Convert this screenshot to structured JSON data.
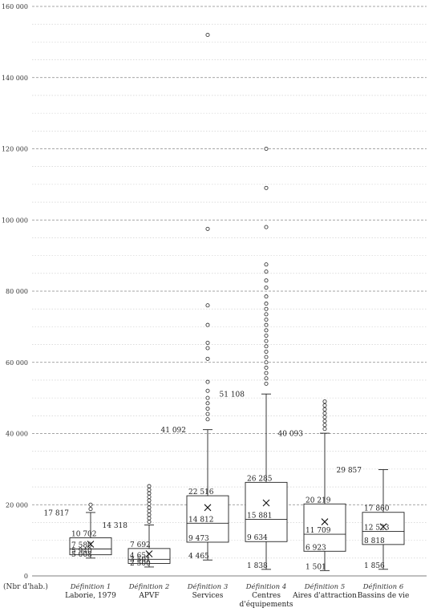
{
  "chart_data": {
    "type": "boxplot",
    "y_unit_label": "(Nbr d'hab.)",
    "ylim": [
      0,
      160000
    ],
    "y_ticks": [
      {
        "value": 0,
        "label": "0"
      },
      {
        "value": 20000,
        "label": "20 000"
      },
      {
        "value": 40000,
        "label": "40 000"
      },
      {
        "value": 60000,
        "label": "60 000"
      },
      {
        "value": 80000,
        "label": "80 000"
      },
      {
        "value": 100000,
        "label": "100 000"
      },
      {
        "value": 120000,
        "label": "120 000"
      },
      {
        "value": 140000,
        "label": "140 000"
      },
      {
        "value": 160000,
        "label": "160 000"
      }
    ],
    "minor_gridlines_every": 5000,
    "categories": [
      {
        "definition": "Définition 1",
        "name_lines": [
          "Laborie, 1979"
        ],
        "q1": 5940,
        "median": 7580,
        "q3": 10702,
        "whisker_low": 5008,
        "whisker_high": 17817,
        "mean": 8900,
        "labels": {
          "q1": "5 940",
          "median": "7 580",
          "q3": "10 702",
          "low": "5 008",
          "high": "17 817"
        },
        "outliers": [
          18800,
          20000
        ]
      },
      {
        "definition": "Définition 2",
        "name_lines": [
          "APVF"
        ],
        "q1": 3500,
        "median": 4651,
        "q3": 7692,
        "whisker_low": 2500,
        "whisker_high": 14318,
        "mean": 6200,
        "labels": {
          "q1": "3 501",
          "median": "4 651",
          "q3": "7 692",
          "low": "2 500",
          "high": "14 318"
        },
        "outliers": [
          15200,
          16200,
          17200,
          18200,
          19200,
          20200,
          21200,
          22200,
          23200,
          24200,
          25200
        ]
      },
      {
        "definition": "Définition 3",
        "name_lines": [
          "Services"
        ],
        "q1": 9473,
        "median": 14812,
        "q3": 22516,
        "whisker_low": 4465,
        "whisker_high": 41092,
        "mean": 19200,
        "labels": {
          "q1": "9 473",
          "median": "14 812",
          "q3": "22 516",
          "low": "4 465",
          "high": "41 092"
        },
        "outliers": [
          44000,
          45500,
          47000,
          48500,
          50000,
          52000,
          54500,
          61000,
          64000,
          65500,
          70500,
          76000,
          97500,
          152000
        ]
      },
      {
        "definition": "Définition 4",
        "name_lines": [
          "Centres",
          "d'équipements"
        ],
        "q1": 9634,
        "median": 15881,
        "q3": 26285,
        "whisker_low": 1838,
        "whisker_high": 51108,
        "mean": 20500,
        "labels": {
          "q1": "9 634",
          "median": "15 881",
          "q3": "26 285",
          "low": "1 838",
          "high": "51 108"
        },
        "outliers": [
          54000,
          55500,
          57000,
          58500,
          60000,
          61500,
          63000,
          64500,
          66000,
          67500,
          69000,
          70500,
          72000,
          73500,
          75000,
          76500,
          78500,
          81000,
          83000,
          85500,
          87500,
          98000,
          109000,
          120000
        ]
      },
      {
        "definition": "Définition 5",
        "name_lines": [
          "Aires d'attraction"
        ],
        "q1": 6923,
        "median": 11709,
        "q3": 20219,
        "whisker_low": 1501,
        "whisker_high": 40093,
        "mean": 15200,
        "labels": {
          "q1": "6 923",
          "median": "11 709",
          "q3": "20 219",
          "low": "1 501",
          "high": "40 093"
        },
        "outliers": [
          41300,
          42400,
          43500,
          44600,
          45700,
          46800,
          47900,
          49000
        ]
      },
      {
        "definition": "Définition 6",
        "name_lines": [
          "Bassins de vie"
        ],
        "q1": 8818,
        "median": 12523,
        "q3": 17860,
        "whisker_low": 1856,
        "whisker_high": 29857,
        "mean": 13800,
        "labels": {
          "q1": "8 818",
          "median": "12 523",
          "q3": "17 860",
          "low": "1 856",
          "high": "29 857"
        },
        "outliers": []
      }
    ]
  }
}
